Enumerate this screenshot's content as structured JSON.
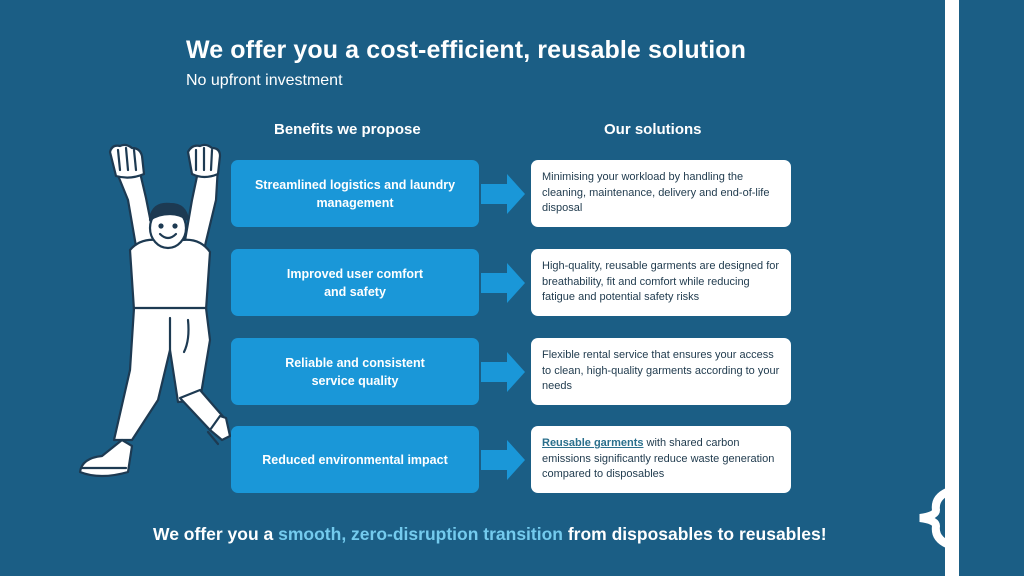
{
  "header": {
    "title": "We offer you a cost-efficient, reusable solution",
    "subtitle": "No upfront investment"
  },
  "columns": {
    "benefits_heading": "Benefits we propose",
    "solutions_heading": "Our solutions"
  },
  "rows": [
    {
      "benefit": "Streamlined logistics and laundry management",
      "solution": "Minimising your workload by handling the cleaning, maintenance, delivery and end-of-life disposal"
    },
    {
      "benefit": "Improved user comfort\nand safety",
      "solution": "High-quality, reusable garments are designed for breathability, fit and comfort while reducing fatigue and potential safety risks"
    },
    {
      "benefit": "Reliable and consistent\nservice quality",
      "solution": "Flexible rental service that ensures your access to clean, high-quality garments according to your needs"
    },
    {
      "benefit": "Reduced environmental impact",
      "solution_link": "Reusable garments",
      "solution": " with shared carbon emissions significantly reduce waste generation compared to  disposables"
    }
  ],
  "footer": {
    "part1": "We offer you a ",
    "accent": "smooth, zero-disruption transition",
    "part2": " from disposables to reusables!"
  },
  "colors": {
    "background": "#1b5e85",
    "benefit_box": "#1a97d8",
    "arrow": "#1a97d8",
    "solution_box": "#ffffff",
    "accent_text": "#74cbee"
  },
  "icons": {
    "figure": "cheering-person-illustration",
    "arrow": "right-arrow-icon",
    "brand": "bracket-logo-icon"
  }
}
